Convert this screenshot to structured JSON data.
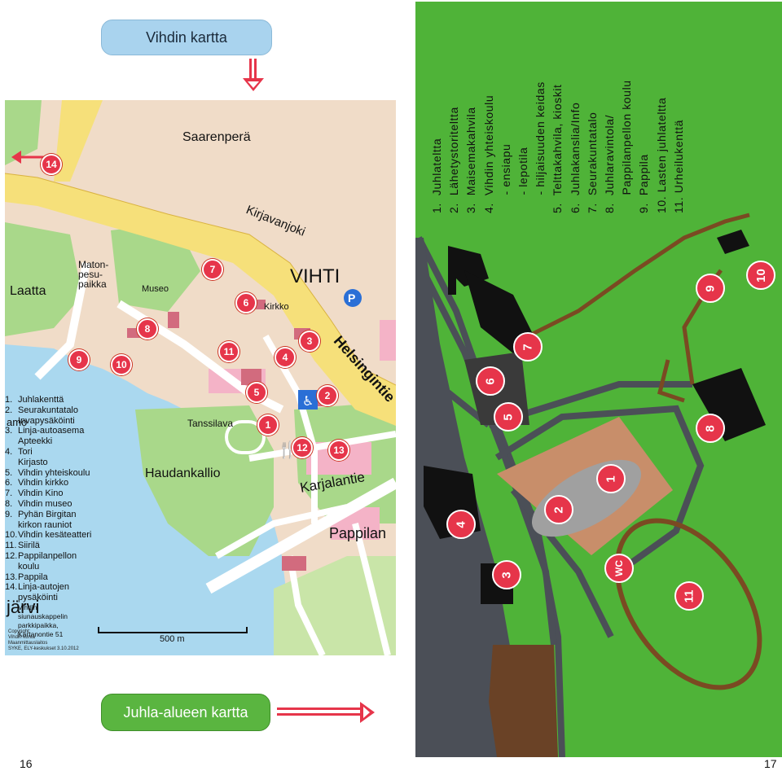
{
  "top_title": {
    "label": "Vihdin kartta"
  },
  "bottom_title": {
    "label": "Juhla-alueen kartta"
  },
  "page_left": "16",
  "page_right": "17",
  "colors": {
    "accent_red": "#e6354a",
    "title_blue": "#a9d3ee",
    "title_green": "#5ab540",
    "grass": "#4fb338",
    "water": "#aad8ef"
  },
  "town_map": {
    "places": [
      "Saarenperä",
      "VIHTI",
      "Laatta",
      "Haudankallio",
      "Tanssilava",
      "Karjalantie",
      "Pappilan",
      "Kirjavanjoki",
      "Helsingintie",
      "Museo",
      "Kirkko",
      "Maton-pesu-paikka",
      "järvi",
      "amo"
    ],
    "legend": [
      {
        "num": "1.",
        "text": "Juhlakenttä"
      },
      {
        "num": "2.",
        "text": "Seurakuntatalo"
      },
      {
        "num": "",
        "text": "Invapysäköinti"
      },
      {
        "num": "3.",
        "text": "Linja-autoasema"
      },
      {
        "num": "",
        "text": "Apteekki"
      },
      {
        "num": "4.",
        "text": "Tori"
      },
      {
        "num": "",
        "text": "Kirjasto"
      },
      {
        "num": "5.",
        "text": "Vihdin yhteiskoulu"
      },
      {
        "num": "6.",
        "text": "Vihdin kirkko"
      },
      {
        "num": "7.",
        "text": "Vihdin Kino"
      },
      {
        "num": "8.",
        "text": "Vihdin museo"
      },
      {
        "num": "9.",
        "text": "Pyhän Birgitan"
      },
      {
        "num": "",
        "text": "kirkon rauniot"
      },
      {
        "num": "10.",
        "text": "Vihdin kesäteatteri"
      },
      {
        "num": "11.",
        "text": "Siirilä"
      },
      {
        "num": "12.",
        "text": "Pappilanpellon"
      },
      {
        "num": "",
        "text": "koulu"
      },
      {
        "num": "13.",
        "text": "Pappila"
      },
      {
        "num": "14.",
        "text": "Linja-autojen"
      },
      {
        "num": "",
        "text": "pysäköinti"
      }
    ],
    "legend_sub": [
      "Vihdin",
      "siunauskappelin",
      "parkkipaikka,",
      "Kartanontie 51"
    ],
    "markers": [
      "14",
      "7",
      "6",
      "8",
      "11",
      "3",
      "4",
      "9",
      "10",
      "5",
      "2",
      "1",
      "12",
      "13"
    ],
    "scale_label": "500 m",
    "copyright": [
      "Copyright:",
      "Vihdin kunta",
      "Maanmittauslaitos",
      "SYKE, ELY-keskukset 3.10.2012"
    ]
  },
  "festival_map": {
    "legend": [
      "1.  Juhlateltta",
      "2.  Lähetystoriteltta",
      "3.  Maisemakahvila",
      "4.  Vihdin yhteiskoulu",
      "     - ensiapu",
      "     - lepotila",
      "     - hiljaisuuden keidas",
      "5.  Telttakahvila, kioskit",
      "6.  Juhlakanslia/Info",
      "7.  Seurakuntatalo",
      "8.  Juhlaravintola/",
      "     Pappilanpellon koulu",
      "9.  Pappila",
      "10. Lasten juhlateltta",
      "11. Urheilukenttä"
    ],
    "markers": [
      "1",
      "2",
      "3",
      "4",
      "5",
      "6",
      "7",
      "8",
      "9",
      "10",
      "11"
    ],
    "wc_label": "WC"
  }
}
